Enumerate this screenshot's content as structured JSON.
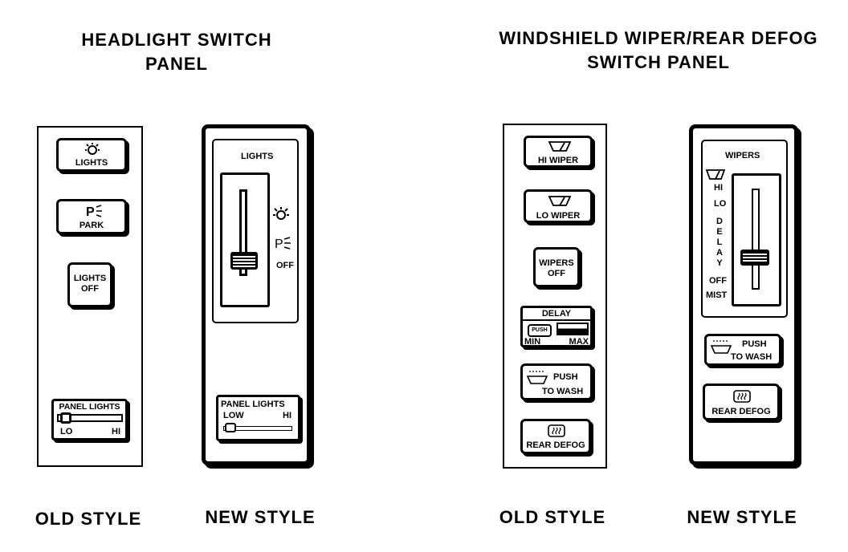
{
  "headlight_title_line1": "HEADLIGHT SWITCH",
  "headlight_title_line2": "PANEL",
  "wiper_title_line1": "WINDSHIELD WIPER/REAR DEFOG",
  "wiper_title_line2": "SWITCH PANEL",
  "captions": {
    "old_style": "OLD STYLE",
    "new_style": "NEW STYLE"
  },
  "headlight_old": {
    "lights": "LIGHTS",
    "park": "PARK",
    "lights_off_1": "LIGHTS",
    "lights_off_2": "OFF",
    "panel_lights": "PANEL LIGHTS",
    "lo": "LO",
    "hi": "HI"
  },
  "headlight_new": {
    "lights": "LIGHTS",
    "off": "OFF",
    "panel_lights": "PANEL LIGHTS",
    "low": "LOW",
    "hi": "HI"
  },
  "wiper_old": {
    "hi_wiper": "HI WIPER",
    "lo_wiper": "LO WIPER",
    "wipers_off_1": "WIPERS",
    "wipers_off_2": "OFF",
    "delay": "DELAY",
    "push": "PUSH",
    "min": "MIN",
    "max": "MAX",
    "push_wash_1": "PUSH",
    "push_wash_2": "TO WASH",
    "rear_defog": "REAR DEFOG"
  },
  "wiper_new": {
    "wipers": "WIPERS",
    "hi": "HI",
    "lo": "LO",
    "delay_letters": [
      "D",
      "E",
      "L",
      "A",
      "Y"
    ],
    "off": "OFF",
    "mist": "MIST",
    "push_wash_1": "PUSH",
    "push_wash_2": "TO WASH",
    "rear_defog": "REAR DEFOG"
  }
}
